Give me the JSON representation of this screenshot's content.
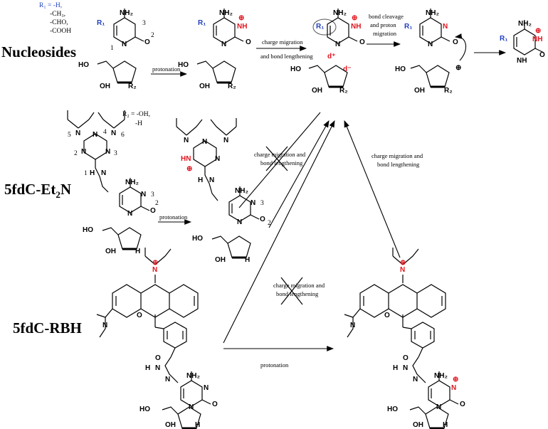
{
  "rows": {
    "nucleosides": "Nucleosides",
    "et2n_prefix": "5fdC-Et",
    "et2n_sub": "2",
    "et2n_suffix": "N",
    "rbh": "5fdC-RBH"
  },
  "substituents": {
    "r1_def": "R₁ = -H,",
    "r1_opts": [
      "-CH₃,",
      "-CHO,",
      "-COOH"
    ],
    "r2_def": "R₂ = -OH,",
    "r2_opts": [
      "-H"
    ]
  },
  "arrows": {
    "protonation": "protonation",
    "charge_migration": "charge migration",
    "bond_lengthening": "and bond lengthening",
    "bond_cleavage": "bond cleavage",
    "and_proton": "and proton",
    "migration": "migration",
    "cm_and": "charge migration and",
    "bond_lengthening2": "bond lengthening",
    "cm_and_right": "charge migration and",
    "bond_lengthening3": "bond lengthening"
  },
  "atoms": {
    "NH2": "NH₂",
    "NH": "NH",
    "N": "N",
    "O": "O",
    "H": "H",
    "OH": "OH",
    "HO": "HO",
    "HN": "HN",
    "R1": "R₁",
    "R2": "R₂",
    "plus": "⊕",
    "dplus": "d⁺",
    "dminus": "d⁻"
  },
  "numbering": [
    "1",
    "2",
    "3",
    "4",
    "5",
    "6"
  ],
  "colors": {
    "highlight_red": "#e0141e",
    "substituent_blue": "#1f3fbf",
    "ink": "#000000"
  }
}
